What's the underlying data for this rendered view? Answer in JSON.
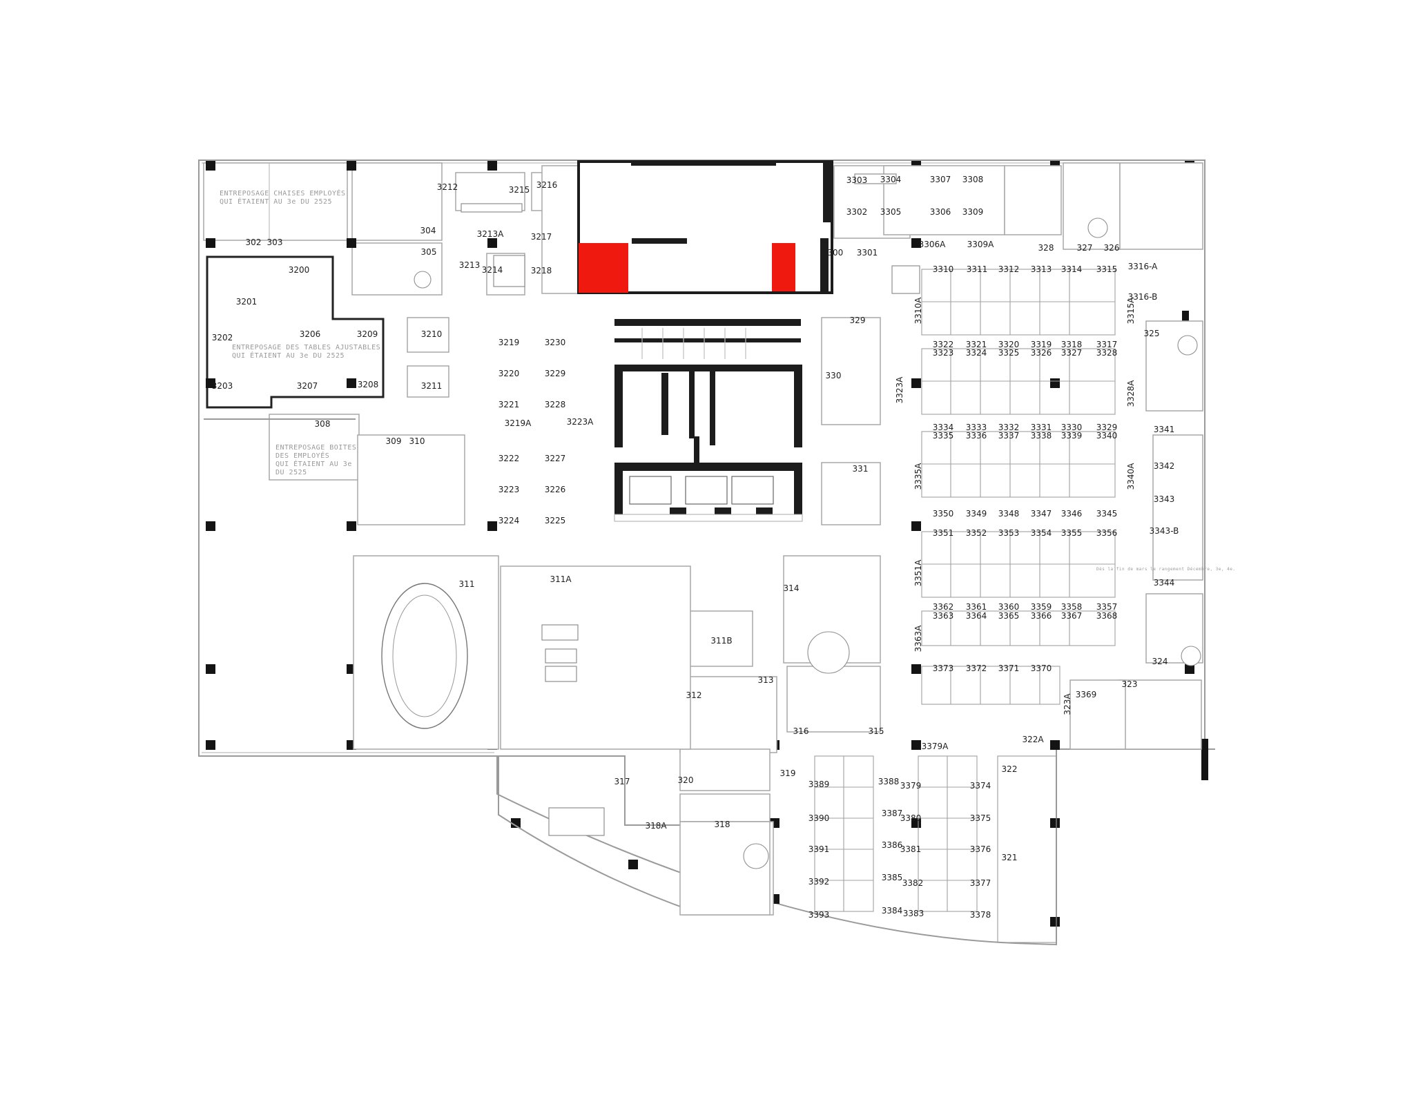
{
  "plan": {
    "highlight_color": "#f0190f",
    "wall_color": "#9a9a9a",
    "column_color": "#141414",
    "notes": [
      {
        "id": "n1",
        "lines": [
          "ENTREPOSAGE CHAISES EMPLOYÉS",
          "QUI ÉTAIENT AU 3e DU 2525"
        ]
      },
      {
        "id": "n2",
        "lines": [
          "ENTREPOSAGE DES TABLES AJUSTABLES",
          "QUI ÉTAIENT AU 3e DU 2525"
        ]
      },
      {
        "id": "n3",
        "lines": [
          "ENTREPOSAGE BOITES",
          "DES EMPLOYÉS",
          "QUI ÉTAIENT AU 3e",
          "DU 2525"
        ]
      }
    ],
    "rooms": [
      "3212",
      "3215",
      "3216",
      "3213A",
      "3217",
      "3213",
      "3214",
      "3218",
      "302",
      "303",
      "304",
      "305",
      "3200",
      "3201",
      "3202",
      "3206",
      "3209",
      "3203",
      "3207",
      "3208",
      "3210",
      "3211",
      "308",
      "309",
      "310",
      "3219",
      "3230",
      "3220",
      "3229",
      "3221",
      "3228",
      "3219A",
      "3223A",
      "3222",
      "3227",
      "3223",
      "3226",
      "3224",
      "3225",
      "3303",
      "3304",
      "3307",
      "3308",
      "3302",
      "3305",
      "3306",
      "3309",
      "3306A",
      "3309A",
      "3300",
      "3301",
      "328",
      "327",
      "326",
      "3316-A",
      "3316-B",
      "325",
      "3310",
      "3311",
      "3312",
      "3313",
      "3314",
      "3315",
      "3310A",
      "3315A",
      "3322",
      "3321",
      "3320",
      "3319",
      "3318",
      "3317",
      "3323",
      "3324",
      "3325",
      "3326",
      "3327",
      "3328",
      "3328A",
      "3334",
      "3333",
      "3332",
      "3331",
      "3330",
      "3329",
      "3335",
      "3336",
      "3337",
      "3338",
      "3339",
      "3340",
      "3340A",
      "3335A",
      "3341",
      "3342",
      "3343",
      "3343-B",
      "3344",
      "3350",
      "3349",
      "3348",
      "3347",
      "3346",
      "3345",
      "3351",
      "3352",
      "3353",
      "3354",
      "3355",
      "3356",
      "3351A",
      "3362",
      "3361",
      "3360",
      "3359",
      "3358",
      "3357",
      "3363",
      "3364",
      "3365",
      "3366",
      "3367",
      "3368",
      "3363A",
      "324",
      "3373",
      "3372",
      "3371",
      "3370",
      "323A",
      "3369",
      "323",
      "329",
      "330",
      "3323A",
      "331",
      "314",
      "313",
      "316",
      "315",
      "312",
      "311B",
      "311",
      "311A",
      "317",
      "320",
      "319",
      "318A",
      "318",
      "3379A",
      "322A",
      "322",
      "321",
      "3389",
      "3388",
      "3379",
      "3374",
      "3387",
      "3390",
      "3380",
      "3375",
      "3391",
      "3386",
      "3381",
      "3376",
      "3392",
      "3385",
      "3382",
      "3377",
      "3393",
      "3384",
      "3383",
      "3378"
    ],
    "workstation_note": "Dès la fin de mars le rangement Décembre, 3e, 4e."
  }
}
